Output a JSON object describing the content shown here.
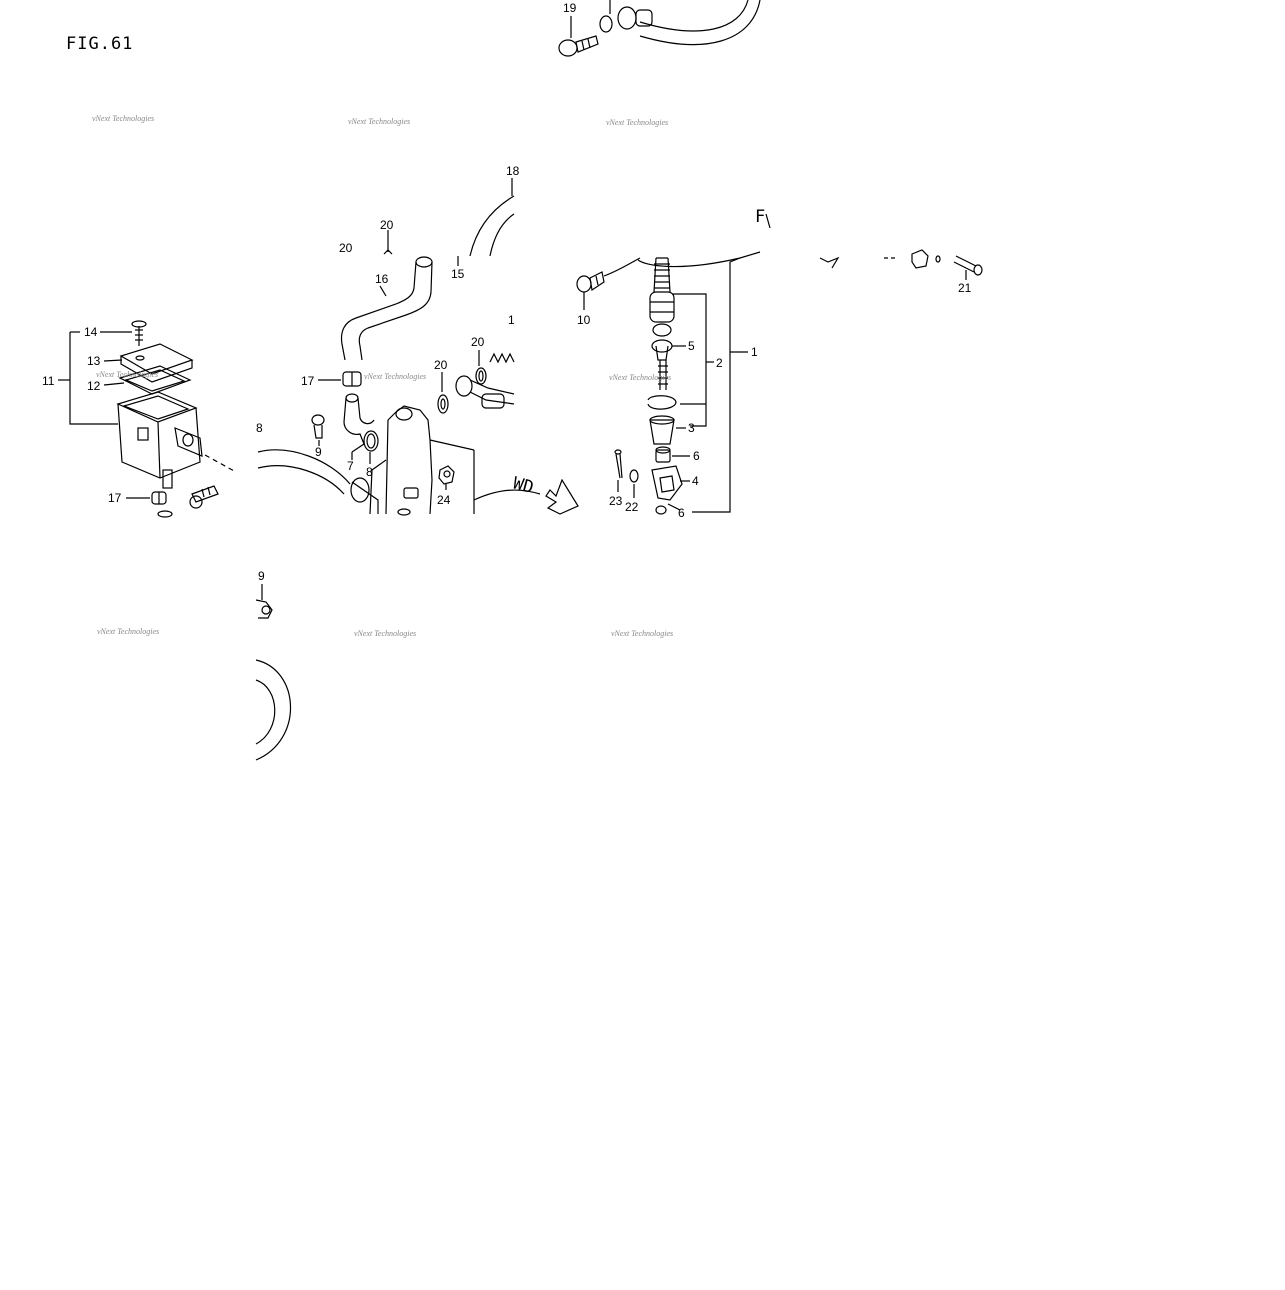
{
  "figure": {
    "title": "FIG.61",
    "fwd_label": "F",
    "fwd_label_2": "WD"
  },
  "watermark": "vNext Technologies",
  "callouts": {
    "c1": "1",
    "c2": "2",
    "c3": "3",
    "c4": "4",
    "c5": "5",
    "c6a": "6",
    "c6b": "6",
    "c7": "7",
    "c8a": "8",
    "c8b": "8",
    "c9a": "9",
    "c9b": "9",
    "c10": "10",
    "c11": "11",
    "c12": "12",
    "c13": "13",
    "c14": "14",
    "c15": "15",
    "c16": "16",
    "c17a": "17",
    "c17b": "17",
    "c18": "18",
    "c18b": "1",
    "c19": "19",
    "c20a": "20",
    "c20b": "20",
    "c20c": "20",
    "c20d": "20",
    "c21": "21",
    "c22": "22",
    "c23": "23",
    "c24": "24"
  },
  "colors": {
    "line": "#000000",
    "watermark": "#888888",
    "background": "#ffffff"
  }
}
